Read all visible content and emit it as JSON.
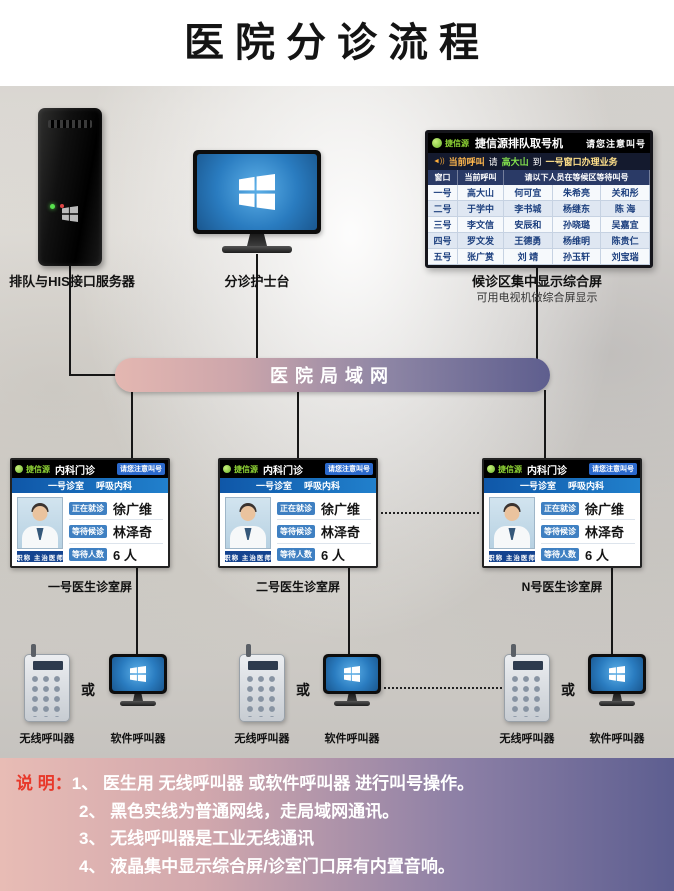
{
  "title": "医院分诊流程",
  "top_devices": {
    "server_label": "排队与HIS接口服务器",
    "nurse_label": "分诊护士台",
    "summary_label": "候诊区集中显示综合屏",
    "summary_sublabel": "可用电视机做综合屏显示"
  },
  "summary_board": {
    "brand": "捷信源",
    "title": "捷信源排队取号机",
    "notice": "请您注意叫号",
    "current": {
      "label": "当前呼叫",
      "pre": "请",
      "name": "高大山",
      "mid": "到",
      "dest": "一号窗口办理业务"
    },
    "columns": {
      "window": "窗口",
      "current": "当前呼叫",
      "waiting": "请以下人员在等候区等待叫号"
    },
    "rows": [
      {
        "window": "一号",
        "current": "高大山",
        "w1": "何可宜",
        "w2": "朱希亮",
        "w3": "关和彤"
      },
      {
        "window": "二号",
        "current": "于学中",
        "w1": "李书城",
        "w2": "杨继东",
        "w3": "陈 海"
      },
      {
        "window": "三号",
        "current": "李文信",
        "w1": "安辰和",
        "w2": "孙晓璐",
        "w3": "吴嘉宜"
      },
      {
        "window": "四号",
        "current": "罗文发",
        "w1": "王德勇",
        "w2": "杨维明",
        "w3": "陈贵仁"
      },
      {
        "window": "五号",
        "current": "张广赏",
        "w1": "刘 靖",
        "w2": "孙玉轩",
        "w3": "刘宝瑞"
      }
    ]
  },
  "lan": {
    "label": "医院局域网"
  },
  "door_screen": {
    "brand": "捷信源",
    "title": "内科门诊",
    "notice": "请您注意叫号",
    "room": "一号诊室",
    "dept": "呼吸内科",
    "photo_badge": "职称 主治医师",
    "rows": [
      {
        "label": "正在就诊",
        "value": "徐广维"
      },
      {
        "label": "等待候诊",
        "value": "林泽奇"
      },
      {
        "label": "等待人数",
        "value": "6 人"
      }
    ]
  },
  "door_labels": [
    "一号医生诊室屏",
    "二号医生诊室屏",
    "N号医生诊室屏"
  ],
  "callers": {
    "or": "或",
    "wireless": "无线呼叫器",
    "software": "软件呼叫器"
  },
  "notes": {
    "heading": "说 明：",
    "line1": "1、 医生用 无线呼叫器 或软件呼叫器 进行叫号操作。",
    "line2": "2、 黑色实线为普通网线，走局域网通讯。",
    "line3": "3、 无线呼叫器是工业无线通讯",
    "line4": "4、 液晶集中显示综合屏/诊室门口屏有内置音响。"
  }
}
